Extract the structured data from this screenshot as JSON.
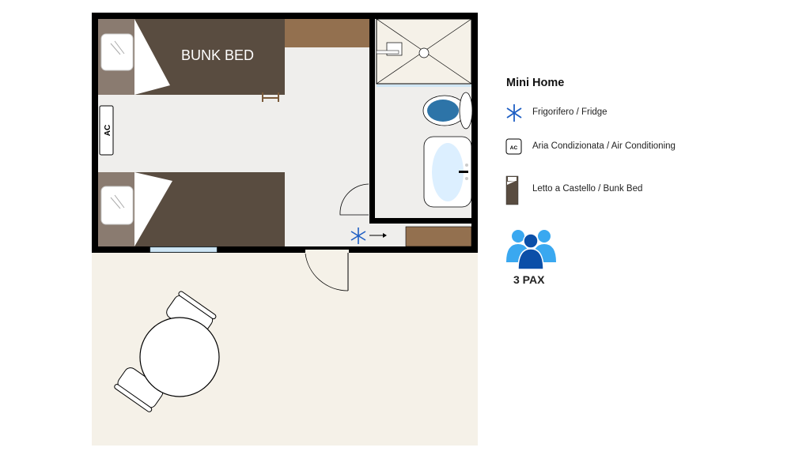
{
  "plan": {
    "bunk_bed_label": "BUNK BED",
    "ac_label": "AC"
  },
  "legend": {
    "title": "Mini Home",
    "items": [
      {
        "icon": "snowflake-icon",
        "label": "Frigorifero / Fridge"
      },
      {
        "icon": "ac-icon",
        "icon_text": "AC",
        "label": "Aria Condizionata / Air Conditioning"
      },
      {
        "icon": "bunk-bed-icon",
        "label": "Letto a Castello / Bunk Bed"
      }
    ],
    "capacity": "3 PAX"
  },
  "colors": {
    "wall": "#000000",
    "bed": "#594c40",
    "pillow_area": "#8a7b70",
    "wood": "#93704f",
    "floor": "#efeeec",
    "patio": "#f5f1e8",
    "fridge_blue": "#1f5fc4",
    "people_light": "#3aa8f0",
    "people_dark": "#0b4fa8"
  }
}
